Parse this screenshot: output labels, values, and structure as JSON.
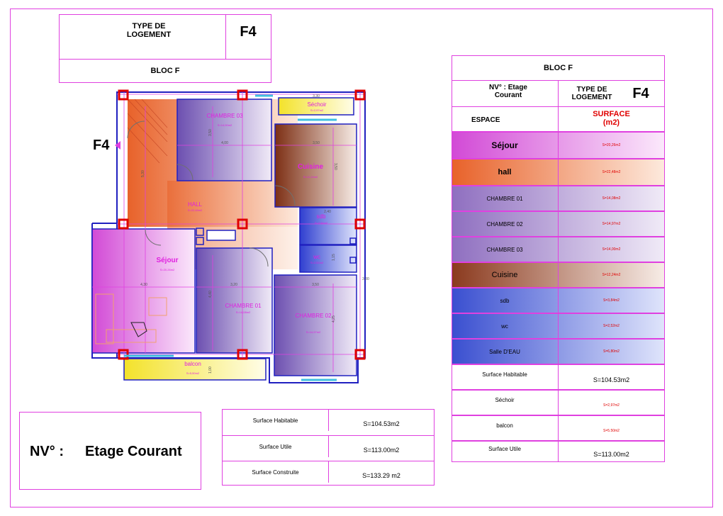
{
  "header": {
    "type_label": "TYPE  DE\nLOGEMENT",
    "type_value": "F4",
    "bloc": "BLOC  F"
  },
  "plan": {
    "entry_label": "F4",
    "rooms": {
      "chambre03": {
        "name": "CHAMBRE 03",
        "area": "S=14,00m2"
      },
      "sechoir": {
        "name": "Séchoir",
        "area": "S=2,97m2",
        "dim": "3,30"
      },
      "cuisine": {
        "name": "Cuisine",
        "area": "S=12,24m2"
      },
      "hall": {
        "name": "HALL",
        "area": "S=22,48m2"
      },
      "sdb": {
        "name": "sdb",
        "area": "S=3,84m2"
      },
      "wc": {
        "name": "wc",
        "area": "S=2,52m2"
      },
      "sejour": {
        "name": "Séjour",
        "area": "S=20,26m2"
      },
      "chambre01": {
        "name": "CHAMBRE 01",
        "area": "S=14,08m2"
      },
      "chambre02": {
        "name": "CHAMBRE 02",
        "area": "S=14,97m2"
      },
      "balcon": {
        "name": "balcon",
        "area": "S=5,50m2"
      }
    },
    "dims": {
      "c03_w": "4,00",
      "c03_h": "3,50",
      "cuis_w": "3,50",
      "cuis_h": "3,50",
      "hall_h": "5,30",
      "sdb_w": "2,40",
      "sej_w": "4,30",
      "sej_w2": "3,20",
      "c01_h": "4,40",
      "c02_w": "3,50",
      "c02_h": "4,25",
      "wc_h": "1,15",
      "balcon_h": "1,00",
      "right_h": "3,30"
    }
  },
  "level": {
    "label": "NV° :",
    "value": "Etage Courant"
  },
  "surfaces_table": [
    {
      "label": "Surface  Habitable",
      "value": "S=104.53m2"
    },
    {
      "label": "Surface Utile",
      "value": "S=113.00m2"
    },
    {
      "label": "Surface  Construite",
      "value": "S=133.29  m2"
    }
  ],
  "right_table": {
    "bloc": "BLOC  F",
    "nv_label": "NV° :    Etage\nCourant",
    "type_label": "TYPE  DE\nLOGEMENT",
    "type_value": "F4",
    "col_espace": "ESPACE",
    "col_surface": "SURFACE\n(m2)",
    "rows": [
      {
        "space": "Séjour",
        "value": "S=20,26m2"
      },
      {
        "space": "hall",
        "value": "S=22,48m2"
      },
      {
        "space": "CHAMBRE 01",
        "value": "S=14,08m2"
      },
      {
        "space": "CHAMBRE 02",
        "value": "S=14,97m2"
      },
      {
        "space": "CHAMBRE 03",
        "value": "S=14,00m2"
      },
      {
        "space": "Cuisine",
        "value": "S=12,24m2"
      },
      {
        "space": "sdb",
        "value": "S=3,84m2"
      },
      {
        "space": "wc",
        "value": "S=2,52m2"
      },
      {
        "space": "Salle D'EAU",
        "value": "S=6,80m2"
      }
    ],
    "footer_rows": [
      {
        "space": "Surface  Habitable",
        "value": "S=104.53m2"
      },
      {
        "space": "Séchoir",
        "value": "S=2,97m2"
      },
      {
        "space": "balcon",
        "value": "S=5.50m2"
      },
      {
        "space": "Surface Utile",
        "value": "S=113.00m2"
      }
    ]
  },
  "colors": {
    "magenta": "#e040e0",
    "sejour": "#e070e0",
    "hall": "#e8622a",
    "chambre": "#8f6fc0",
    "cuisine": "#8b3a1e",
    "sdb": "#3a4fd0",
    "balcon": "#f5e63a"
  }
}
